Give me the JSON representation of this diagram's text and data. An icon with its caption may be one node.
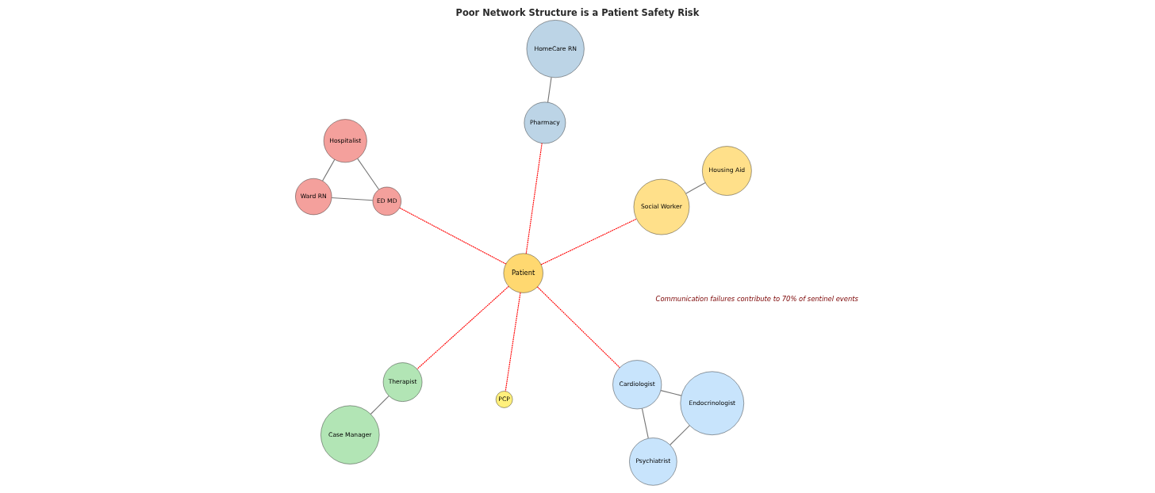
{
  "diagram": {
    "title": "Poor Network Structure is a Patient Safety Risk",
    "caption": "Communication failures contribute to 70% of sentinel events",
    "nodes": [
      {
        "text": [
          "ED MD"
        ]
      },
      {
        "text": [
          "Pharmacy"
        ]
      },
      {
        "text": [
          "PCP"
        ]
      },
      {
        "text": [
          "Cardiologist"
        ]
      },
      {
        "text": [
          "Hospitalist"
        ]
      },
      {
        "text": [
          "HomeCare RN"
        ]
      },
      {
        "text": [
          "Patient"
        ]
      },
      {
        "text": [
          "Endocrinologist"
        ]
      },
      {
        "text": [
          "Ward RN"
        ]
      },
      {
        "text": [
          "Psychiatrist"
        ]
      },
      {
        "text": [
          "Therapist"
        ]
      },
      {
        "text": [
          "Case Manager"
        ]
      },
      {
        "text": [
          "Social Worker"
        ]
      },
      {
        "text": [
          "Housing Aid"
        ]
      }
    ],
    "edges": [
      {
        "from": 6,
        "to": 0,
        "arrow": "none",
        "style": "dashed",
        "color": "#ff0000"
      },
      {
        "from": 6,
        "to": 1,
        "arrow": "none",
        "style": "dashed",
        "color": "#ff0000"
      },
      {
        "from": 6,
        "to": 2,
        "arrow": "none",
        "style": "dashed",
        "color": "#ff0000"
      },
      {
        "from": 6,
        "to": 3,
        "arrow": "none",
        "style": "dashed",
        "color": "#ff0000"
      },
      {
        "from": 6,
        "to": 10,
        "arrow": "none",
        "style": "dashed",
        "color": "#ff0000"
      },
      {
        "from": 6,
        "to": 12,
        "arrow": "none",
        "style": "dashed",
        "color": "#ff0000"
      },
      {
        "from": 0,
        "to": 4,
        "arrow": "none"
      },
      {
        "from": 0,
        "to": 8,
        "arrow": "none"
      },
      {
        "from": 4,
        "to": 8,
        "arrow": "none"
      },
      {
        "from": 1,
        "to": 5,
        "arrow": "none"
      },
      {
        "from": 3,
        "to": 7,
        "arrow": "none"
      },
      {
        "from": 3,
        "to": 9,
        "arrow": "none"
      },
      {
        "from": 7,
        "to": 9,
        "arrow": "none"
      },
      {
        "from": 10,
        "to": 11,
        "arrow": "none"
      },
      {
        "from": 12,
        "to": 13,
        "arrow": "none"
      }
    ]
  }
}
